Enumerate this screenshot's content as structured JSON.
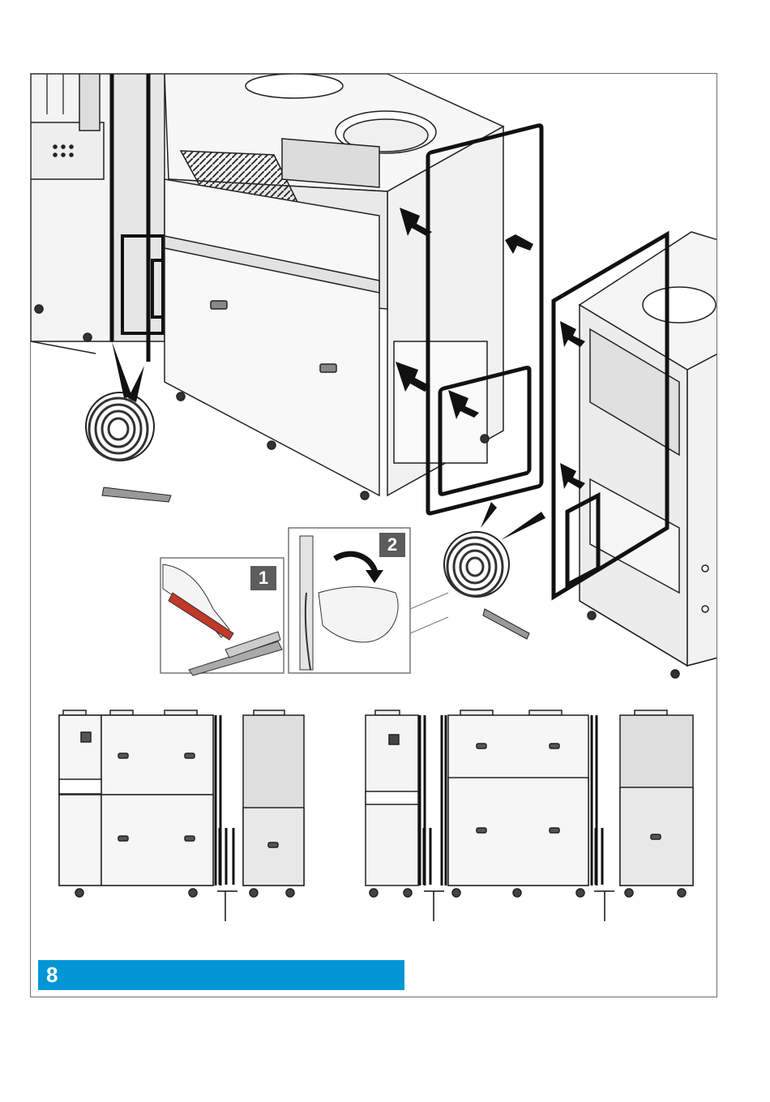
{
  "figure": {
    "number": "8"
  },
  "steps": [
    {
      "label": "1"
    },
    {
      "label": "2"
    }
  ],
  "colors": {
    "accent": "#0096d6",
    "badge": "#5c5c5c",
    "line": "#222222",
    "panel": "#f2f2f2",
    "panel_dark": "#dcdcdc"
  },
  "icons": [
    "tape-roll-icon",
    "knife-icon",
    "hand-icon",
    "rotate-arrow-icon",
    "push-arrow-icon"
  ]
}
